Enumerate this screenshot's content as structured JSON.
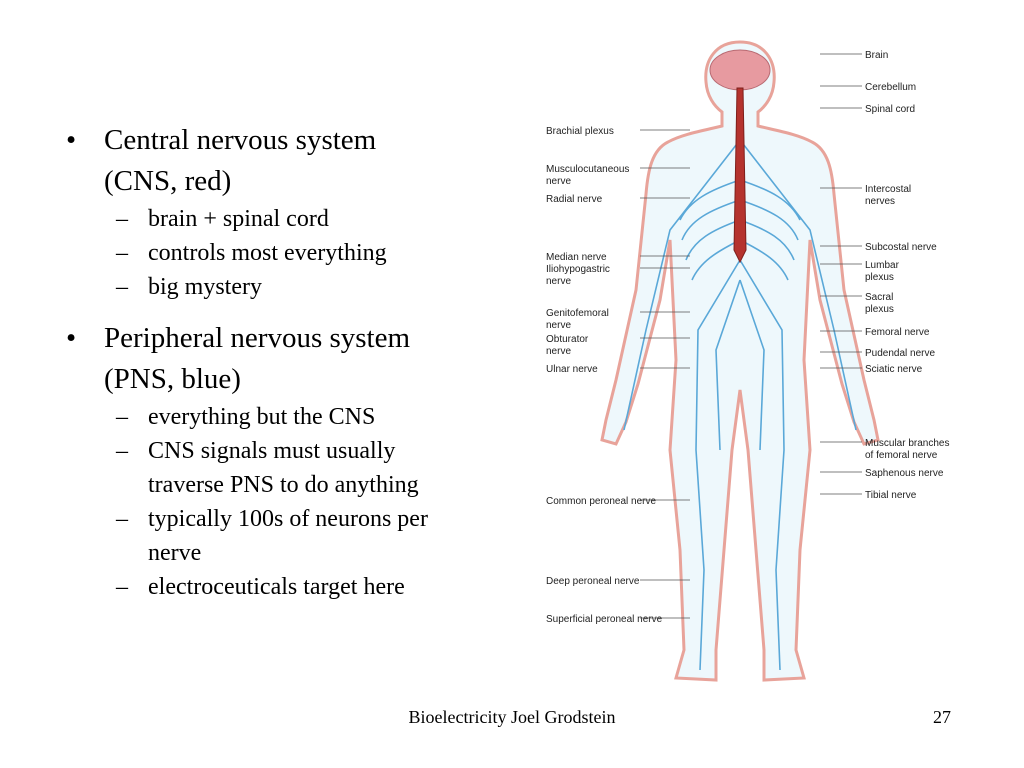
{
  "bullets": [
    {
      "text_lines": [
        "Central nervous system",
        "(CNS, red)"
      ],
      "sub": [
        [
          "brain + spinal cord"
        ],
        [
          "controls most everything"
        ],
        [
          "big mystery"
        ]
      ]
    },
    {
      "text_lines": [
        "Peripheral nervous system",
        "(PNS, blue)"
      ],
      "sub": [
        [
          "everything but the CNS"
        ],
        [
          "CNS signals must usually",
          "traverse PNS to do anything"
        ],
        [
          "typically 100s of neurons per",
          "nerve"
        ],
        [
          "electroceuticals target here"
        ]
      ]
    }
  ],
  "bullet_glyph": "•",
  "dash_glyph": "–",
  "figure": {
    "labels_left": [
      {
        "lines": [
          "Brachial plexus"
        ]
      },
      {
        "lines": [
          "Musculocutaneous",
          "nerve"
        ]
      },
      {
        "lines": [
          "Radial nerve"
        ]
      },
      {
        "lines": [
          "Median nerve"
        ]
      },
      {
        "lines": [
          "Iliohypogastric",
          "nerve"
        ]
      },
      {
        "lines": [
          "Genitofemoral",
          "nerve"
        ]
      },
      {
        "lines": [
          "Obturator",
          "nerve"
        ]
      },
      {
        "lines": [
          "Ulnar nerve"
        ]
      },
      {
        "lines": [
          "Common peroneal nerve"
        ]
      },
      {
        "lines": [
          "Deep peroneal nerve"
        ]
      },
      {
        "lines": [
          "Superficial peroneal nerve"
        ]
      }
    ],
    "labels_right": [
      {
        "lines": [
          "Brain"
        ]
      },
      {
        "lines": [
          "Cerebellum"
        ]
      },
      {
        "lines": [
          "Spinal cord"
        ]
      },
      {
        "lines": [
          "Intercostal",
          "nerves"
        ]
      },
      {
        "lines": [
          "Subcostal nerve"
        ]
      },
      {
        "lines": [
          "Lumbar",
          "plexus"
        ]
      },
      {
        "lines": [
          "Sacral",
          "plexus"
        ]
      },
      {
        "lines": [
          "Femoral nerve"
        ]
      },
      {
        "lines": [
          "Pudendal nerve"
        ]
      },
      {
        "lines": [
          "Sciatic nerve"
        ]
      },
      {
        "lines": [
          "Muscular branches",
          "of femoral nerve"
        ]
      },
      {
        "lines": [
          "Saphenous nerve"
        ]
      },
      {
        "lines": [
          "Tibial nerve"
        ]
      }
    ],
    "colors": {
      "outline": "#e8a39a",
      "body_fill": "#eef8fc",
      "nerve": "#5aa8d8",
      "cord": "#b5332e",
      "brain": "#e79aa0",
      "leader": "#555555"
    }
  },
  "footer": {
    "center": "Bioelectricity Joel Grodstein",
    "page": "27"
  }
}
